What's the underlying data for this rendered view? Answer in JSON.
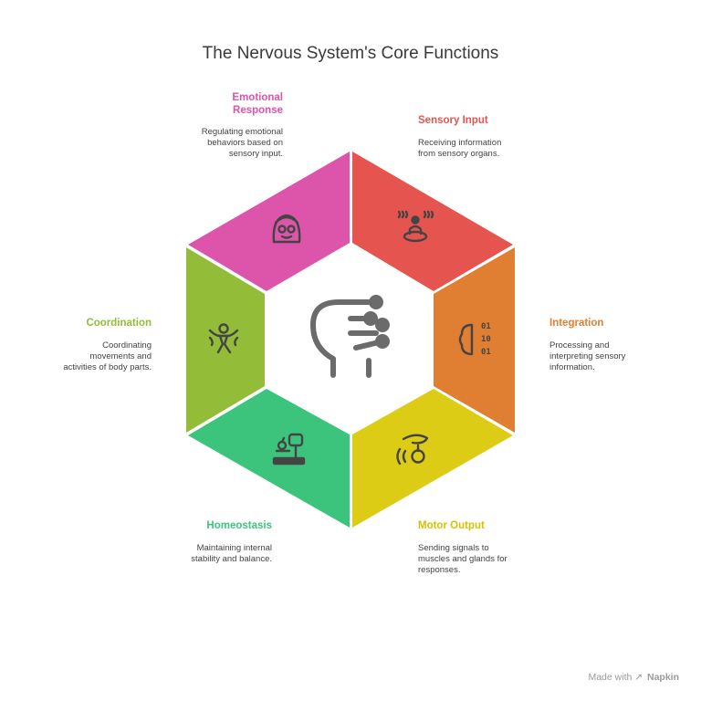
{
  "title": "The Nervous System's Core Functions",
  "colors": {
    "emotional": "#dd55aa",
    "sensory": "#e5544f",
    "integration": "#e07f32",
    "motor": "#ddcc16",
    "homeostasis": "#3cc47d",
    "coordination": "#93bd38",
    "text": "#3a3a3a"
  },
  "segments": [
    {
      "key": "emotional",
      "label": "Emotional\nResponse",
      "description": "Regulating emotional\nbehaviors based on\nsensory input.",
      "icon": "emotional-face-icon"
    },
    {
      "key": "sensory",
      "label": "Sensory Input",
      "description": "Receiving information\nfrom sensory organs.",
      "icon": "sensory-person-icon"
    },
    {
      "key": "integration",
      "label": "Integration",
      "description": "Processing and\ninterpreting sensory\ninformation.",
      "icon": "brain-binary-icon"
    },
    {
      "key": "motor",
      "label": "Motor Output",
      "description": "Sending signals to\nmuscles and glands for\nresponses.",
      "icon": "motor-signal-icon"
    },
    {
      "key": "homeostasis",
      "label": "Homeostasis",
      "description": "Maintaining internal\nstability and balance.",
      "icon": "scale-balance-icon"
    },
    {
      "key": "coordination",
      "label": "Coordination",
      "description": "Coordinating\nmovements and\nactivities of body parts.",
      "icon": "coordination-person-icon"
    }
  ],
  "center_icon": "head-network-icon",
  "footer": {
    "text": "Made with",
    "brand": "Napkin"
  }
}
